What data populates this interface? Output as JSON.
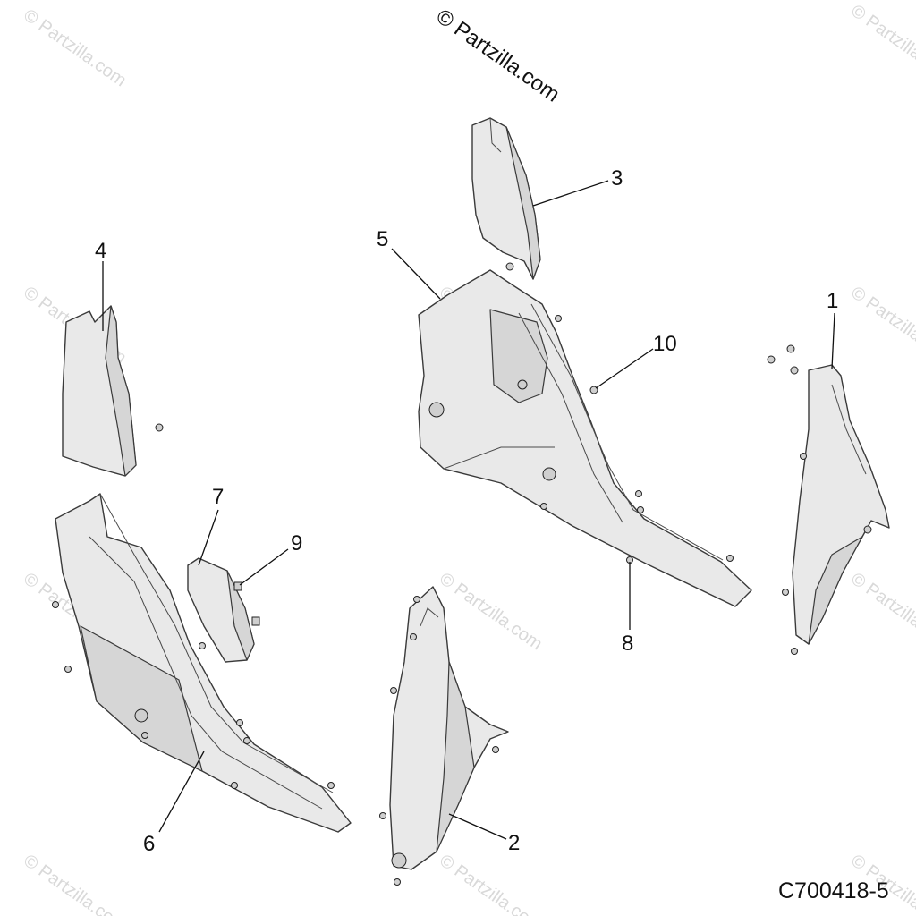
{
  "copyright": "© Partzilla.com",
  "watermark": "© Partzilla.com",
  "diagram_code": "C700418-5",
  "callouts": {
    "c1": "1",
    "c2": "2",
    "c3": "3",
    "c4": "4",
    "c5": "5",
    "c6": "6",
    "c7": "7",
    "c8": "8",
    "c9": "9",
    "c10": "10"
  }
}
